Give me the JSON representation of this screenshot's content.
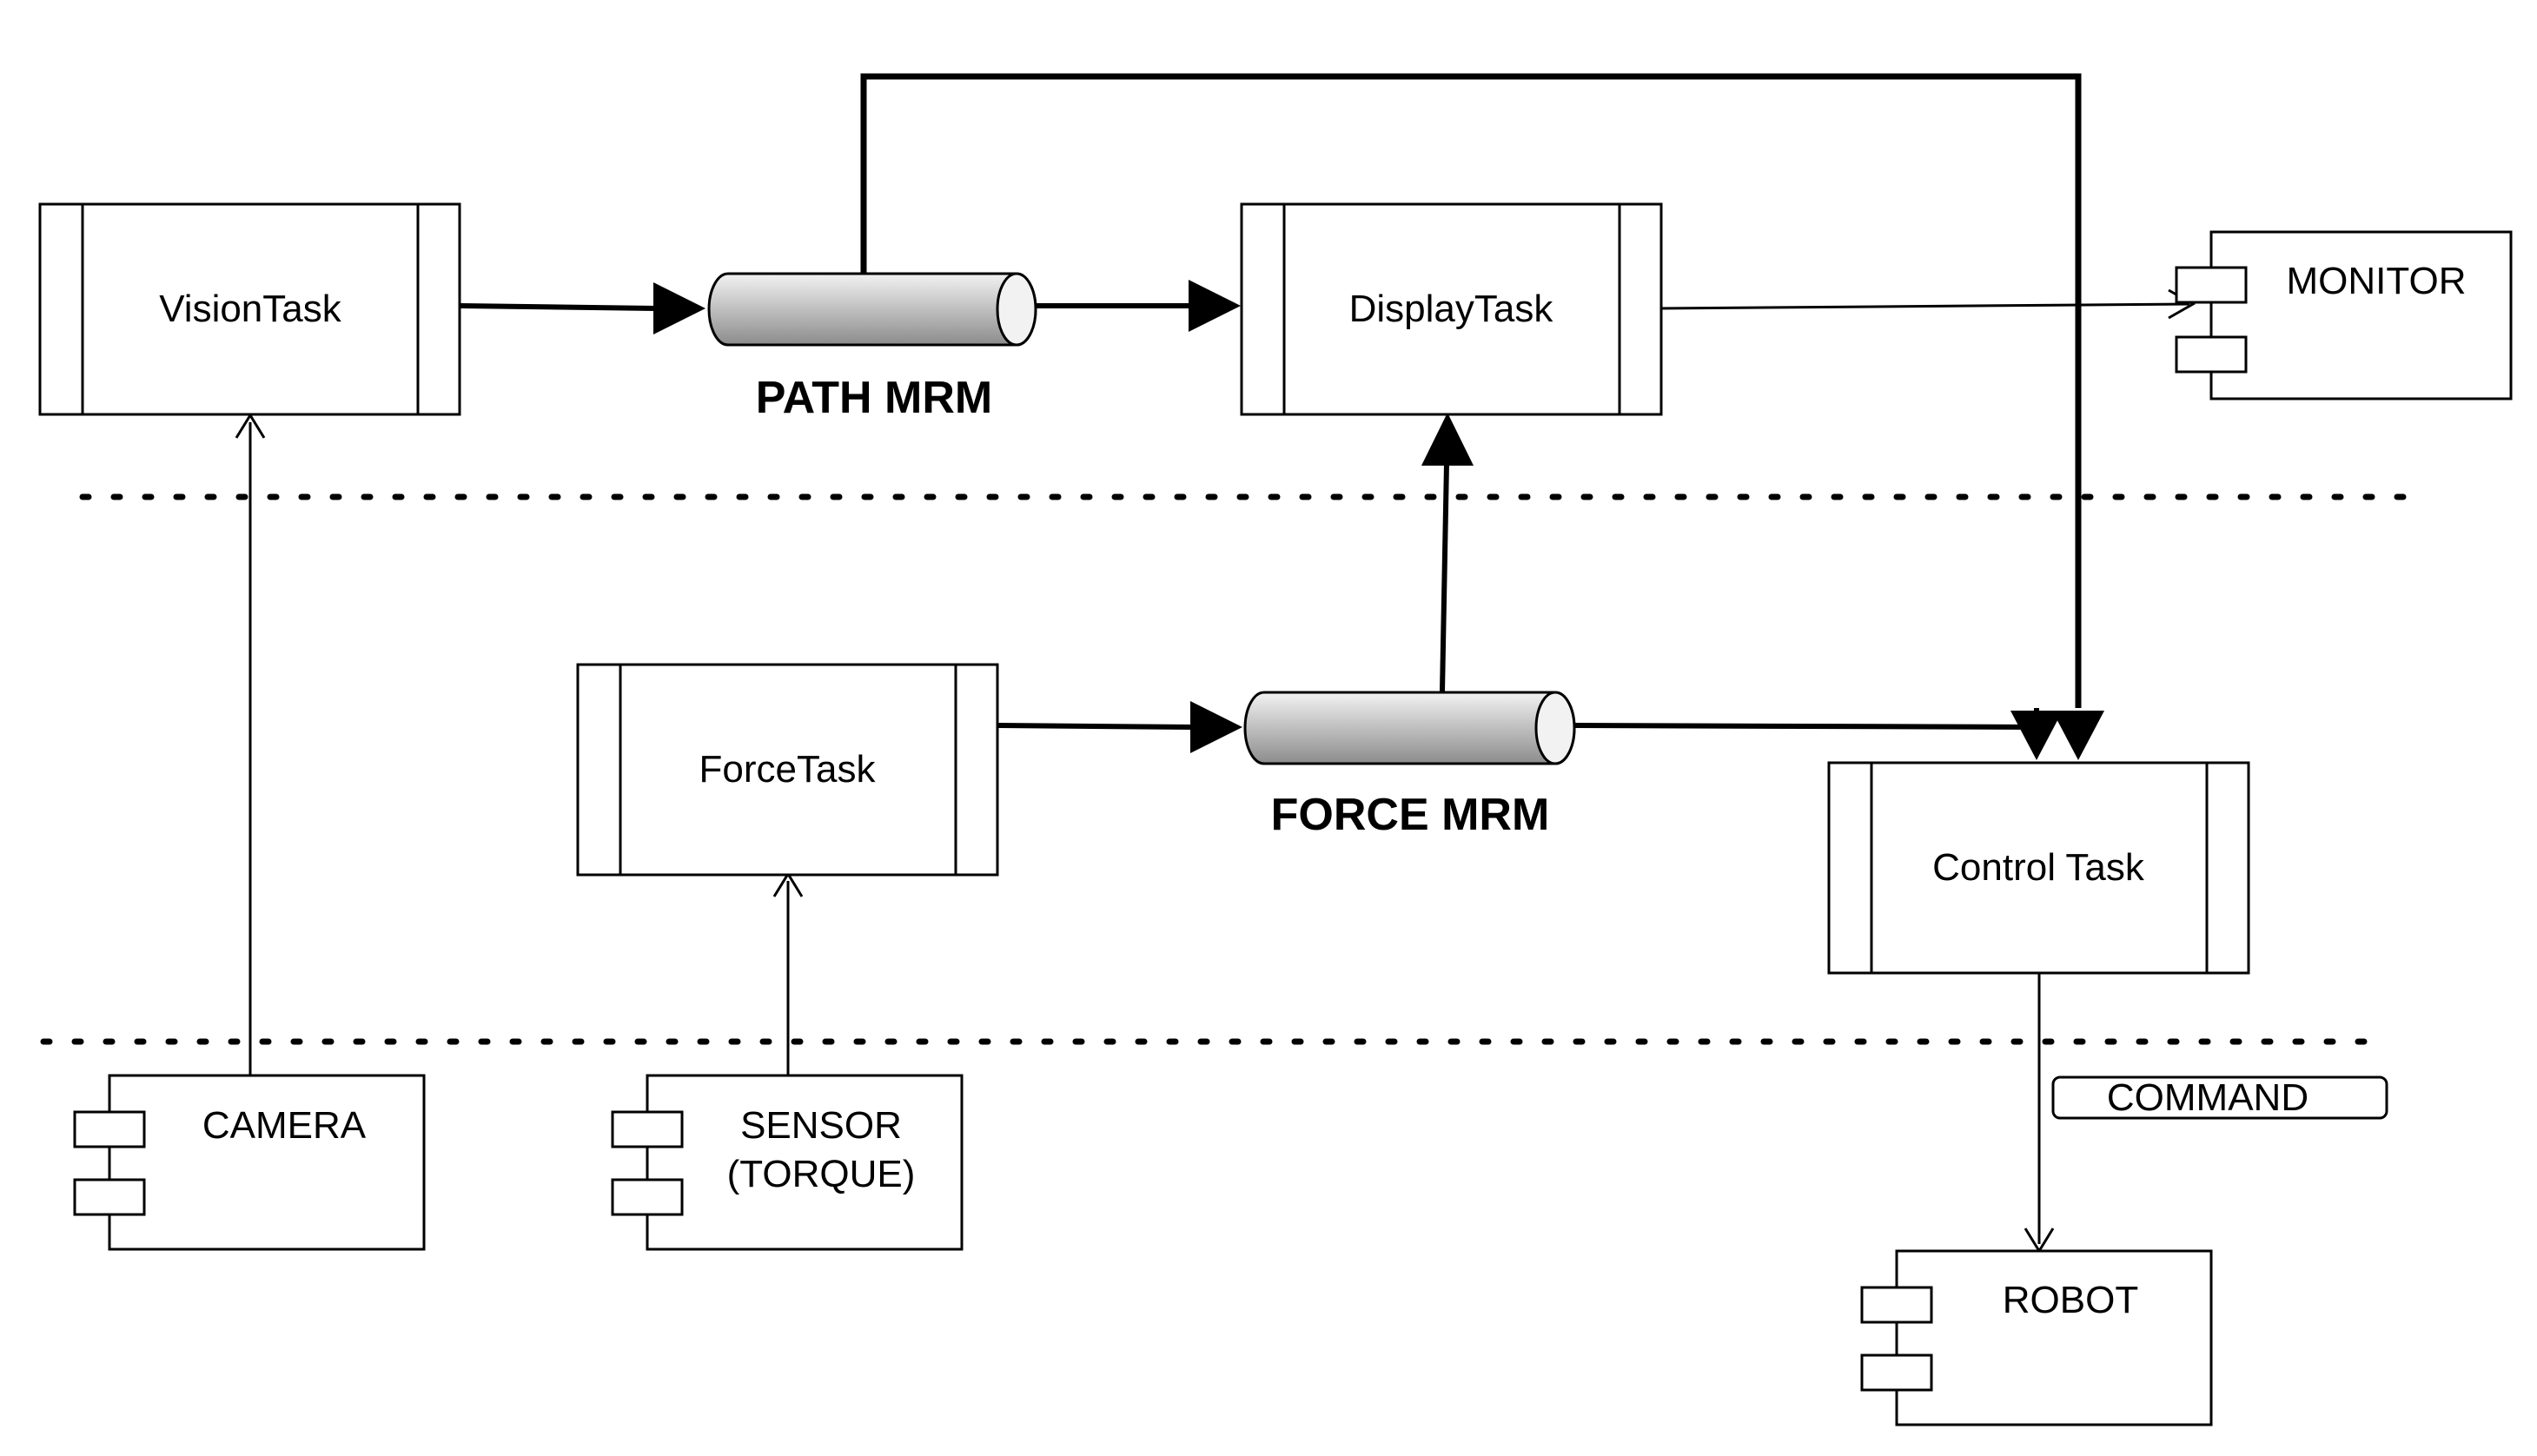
{
  "tasks": {
    "vision": "VisionTask",
    "display": "DisplayTask",
    "force": "ForceTask",
    "control": "Control Task"
  },
  "mrms": {
    "path": "PATH MRM",
    "force": "FORCE MRM"
  },
  "components": {
    "monitor": "MONITOR",
    "camera": "CAMERA",
    "sensor_line1": "SENSOR",
    "sensor_line2": "(TORQUE)",
    "robot": "ROBOT"
  },
  "connectors": {
    "command": "COMMAND"
  },
  "colors": {
    "cylinder_light": "#f2f2f2",
    "cylinder_dark": "#8c8c8c",
    "stroke": "#000000"
  }
}
